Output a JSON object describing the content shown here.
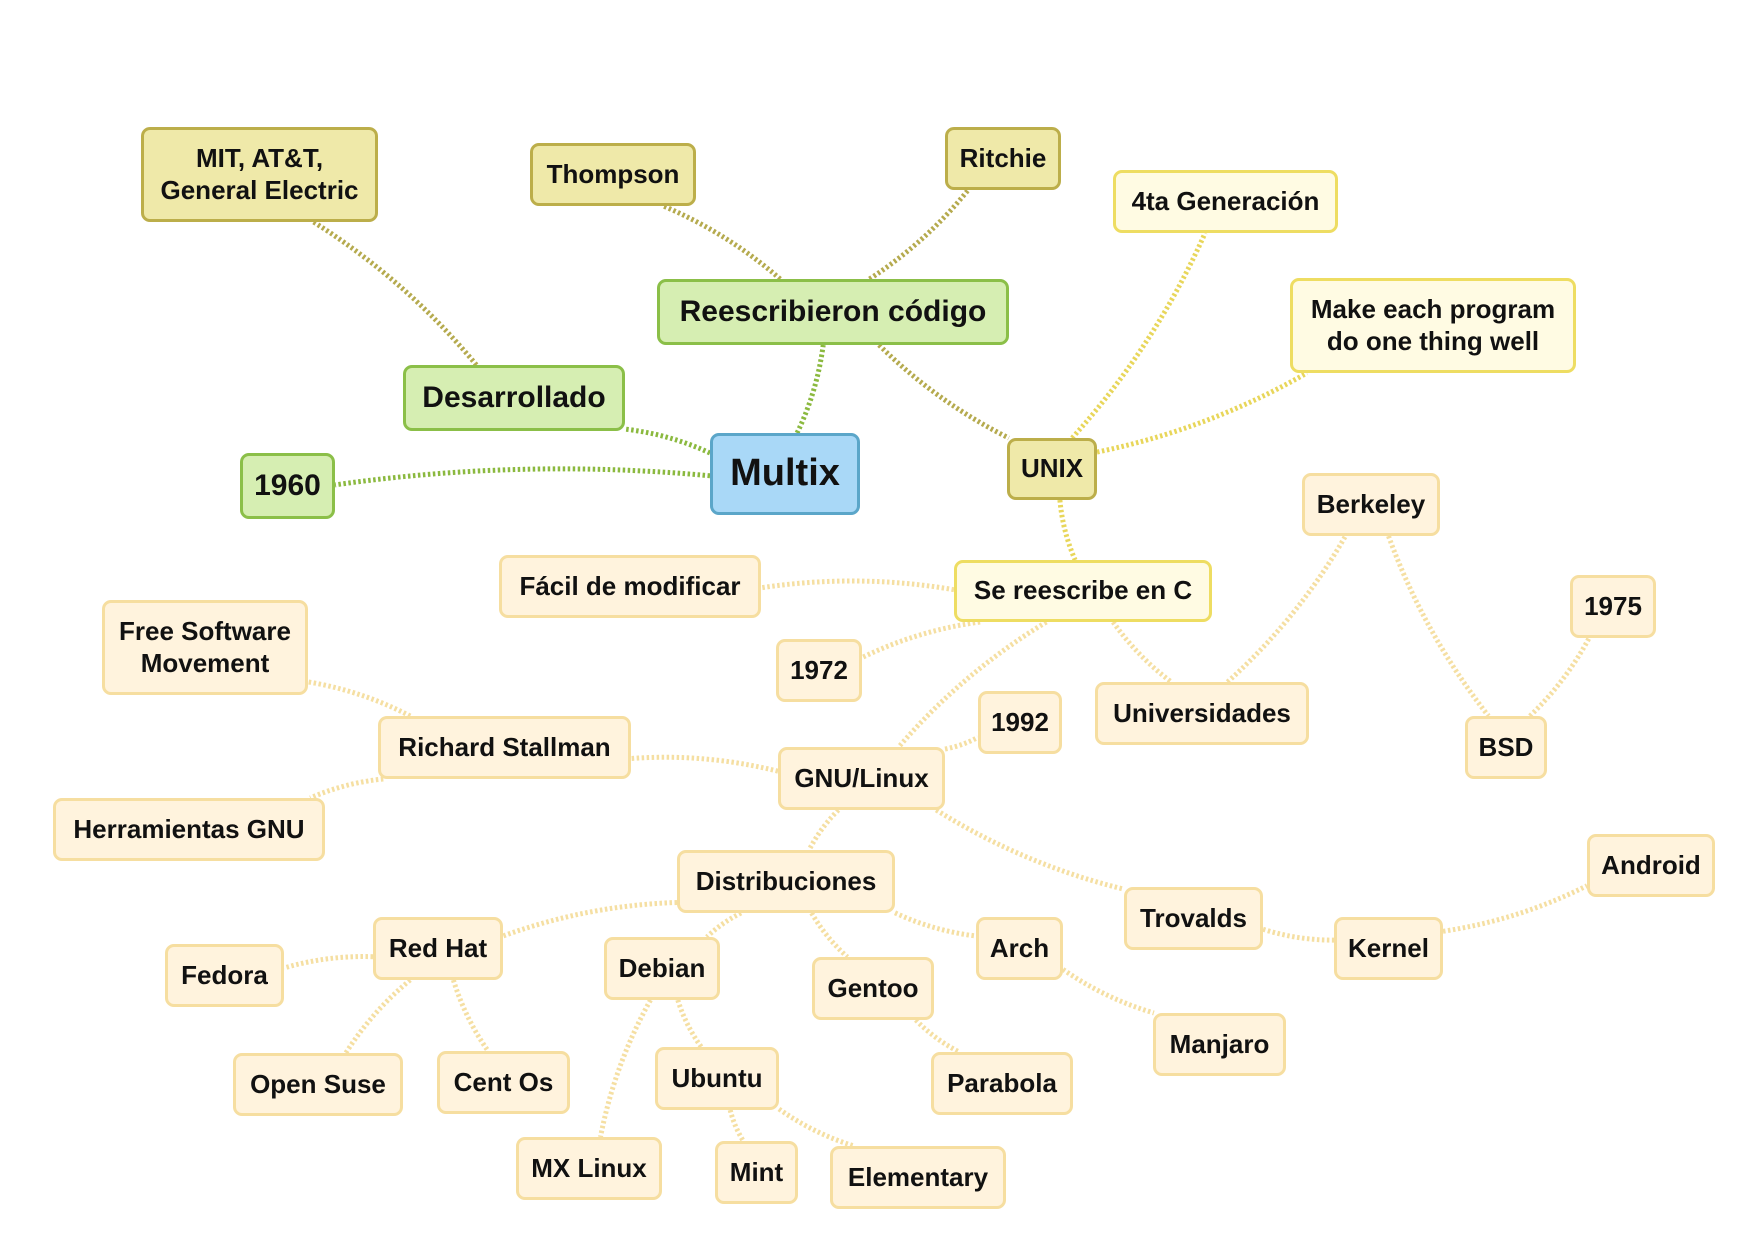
{
  "diagram": {
    "nodes": [
      {
        "id": "multix",
        "label": "Multix",
        "style": "blue"
      },
      {
        "id": "y1960",
        "label": "1960",
        "style": "green"
      },
      {
        "id": "desarrollado",
        "label": "Desarrollado",
        "style": "green"
      },
      {
        "id": "reescribieron",
        "label": "Reescribieron código",
        "style": "green"
      },
      {
        "id": "mit",
        "label": "MIT, AT&T,\nGeneral Electric",
        "style": "khaki"
      },
      {
        "id": "thompson",
        "label": "Thompson",
        "style": "khaki"
      },
      {
        "id": "ritchie",
        "label": "Ritchie",
        "style": "khaki"
      },
      {
        "id": "unix",
        "label": "UNIX",
        "style": "khaki"
      },
      {
        "id": "cuarta",
        "label": "4ta Generación",
        "style": "yellow"
      },
      {
        "id": "make",
        "label": "Make each program\ndo one thing well",
        "style": "yellow"
      },
      {
        "id": "sereescribe",
        "label": "Se reescribe en C",
        "style": "yellow"
      },
      {
        "id": "facil",
        "label": "Fácil de modificar",
        "style": "cream"
      },
      {
        "id": "y1972",
        "label": "1972",
        "style": "cream"
      },
      {
        "id": "universidades",
        "label": "Universidades",
        "style": "cream"
      },
      {
        "id": "berkeley",
        "label": "Berkeley",
        "style": "cream"
      },
      {
        "id": "bsd",
        "label": "BSD",
        "style": "cream"
      },
      {
        "id": "y1975",
        "label": "1975",
        "style": "cream"
      },
      {
        "id": "gnulinux",
        "label": "GNU/Linux",
        "style": "cream"
      },
      {
        "id": "y1992",
        "label": "1992",
        "style": "cream"
      },
      {
        "id": "stallman",
        "label": "Richard Stallman",
        "style": "cream"
      },
      {
        "id": "fsm",
        "label": "Free Software\nMovement",
        "style": "cream"
      },
      {
        "id": "herramientas",
        "label": "Herramientas GNU",
        "style": "cream"
      },
      {
        "id": "distribuciones",
        "label": "Distribuciones",
        "style": "cream"
      },
      {
        "id": "trovalds",
        "label": "Trovalds",
        "style": "cream"
      },
      {
        "id": "kernel",
        "label": "Kernel",
        "style": "cream"
      },
      {
        "id": "android",
        "label": "Android",
        "style": "cream"
      },
      {
        "id": "redhat",
        "label": "Red Hat",
        "style": "cream"
      },
      {
        "id": "fedora",
        "label": "Fedora",
        "style": "cream"
      },
      {
        "id": "opensuse",
        "label": "Open Suse",
        "style": "cream"
      },
      {
        "id": "centos",
        "label": "Cent Os",
        "style": "cream"
      },
      {
        "id": "debian",
        "label": "Debian",
        "style": "cream"
      },
      {
        "id": "ubuntu",
        "label": "Ubuntu",
        "style": "cream"
      },
      {
        "id": "mxlinux",
        "label": "MX Linux",
        "style": "cream"
      },
      {
        "id": "mint",
        "label": "Mint",
        "style": "cream"
      },
      {
        "id": "elementary",
        "label": "Elementary",
        "style": "cream"
      },
      {
        "id": "gentoo",
        "label": "Gentoo",
        "style": "cream"
      },
      {
        "id": "parabola",
        "label": "Parabola",
        "style": "cream"
      },
      {
        "id": "arch",
        "label": "Arch",
        "style": "cream"
      },
      {
        "id": "manjaro",
        "label": "Manjaro",
        "style": "cream"
      }
    ],
    "edges": [
      {
        "from": "multix",
        "to": "y1960",
        "color": "#8bb93f"
      },
      {
        "from": "multix",
        "to": "desarrollado",
        "color": "#8bb93f"
      },
      {
        "from": "multix",
        "to": "reescribieron",
        "color": "#8bb93f"
      },
      {
        "from": "desarrollado",
        "to": "mit",
        "color": "#b5aa4e"
      },
      {
        "from": "reescribieron",
        "to": "thompson",
        "color": "#b5aa4e"
      },
      {
        "from": "reescribieron",
        "to": "ritchie",
        "color": "#b5aa4e"
      },
      {
        "from": "reescribieron",
        "to": "unix",
        "color": "#b5aa4e"
      },
      {
        "from": "unix",
        "to": "cuarta",
        "color": "#e8d65a"
      },
      {
        "from": "unix",
        "to": "make",
        "color": "#e8d65a"
      },
      {
        "from": "unix",
        "to": "sereescribe",
        "color": "#e8d65a"
      },
      {
        "from": "sereescribe",
        "to": "facil",
        "color": "#f5dfa2"
      },
      {
        "from": "sereescribe",
        "to": "y1972",
        "color": "#f5dfa2"
      },
      {
        "from": "sereescribe",
        "to": "universidades",
        "color": "#f5dfa2"
      },
      {
        "from": "sereescribe",
        "to": "gnulinux",
        "color": "#f5dfa2"
      },
      {
        "from": "universidades",
        "to": "berkeley",
        "color": "#f5dfa2"
      },
      {
        "from": "berkeley",
        "to": "bsd",
        "color": "#f5dfa2"
      },
      {
        "from": "bsd",
        "to": "y1975",
        "color": "#f5dfa2"
      },
      {
        "from": "gnulinux",
        "to": "y1992",
        "color": "#f5dfa2"
      },
      {
        "from": "gnulinux",
        "to": "stallman",
        "color": "#f5dfa2"
      },
      {
        "from": "gnulinux",
        "to": "distribuciones",
        "color": "#f5dfa2"
      },
      {
        "from": "gnulinux",
        "to": "trovalds",
        "color": "#f5dfa2"
      },
      {
        "from": "stallman",
        "to": "fsm",
        "color": "#f5dfa2"
      },
      {
        "from": "stallman",
        "to": "herramientas",
        "color": "#f5dfa2"
      },
      {
        "from": "trovalds",
        "to": "kernel",
        "color": "#f5dfa2"
      },
      {
        "from": "kernel",
        "to": "android",
        "color": "#f5dfa2"
      },
      {
        "from": "distribuciones",
        "to": "redhat",
        "color": "#f5dfa2"
      },
      {
        "from": "distribuciones",
        "to": "debian",
        "color": "#f5dfa2"
      },
      {
        "from": "distribuciones",
        "to": "gentoo",
        "color": "#f5dfa2"
      },
      {
        "from": "distribuciones",
        "to": "arch",
        "color": "#f5dfa2"
      },
      {
        "from": "redhat",
        "to": "fedora",
        "color": "#f5dfa2"
      },
      {
        "from": "redhat",
        "to": "opensuse",
        "color": "#f5dfa2"
      },
      {
        "from": "redhat",
        "to": "centos",
        "color": "#f5dfa2"
      },
      {
        "from": "debian",
        "to": "ubuntu",
        "color": "#f5dfa2"
      },
      {
        "from": "debian",
        "to": "mxlinux",
        "color": "#f5dfa2"
      },
      {
        "from": "ubuntu",
        "to": "mint",
        "color": "#f5dfa2"
      },
      {
        "from": "ubuntu",
        "to": "elementary",
        "color": "#f5dfa2"
      },
      {
        "from": "gentoo",
        "to": "parabola",
        "color": "#f5dfa2"
      },
      {
        "from": "arch",
        "to": "manjaro",
        "color": "#f5dfa2"
      }
    ]
  }
}
